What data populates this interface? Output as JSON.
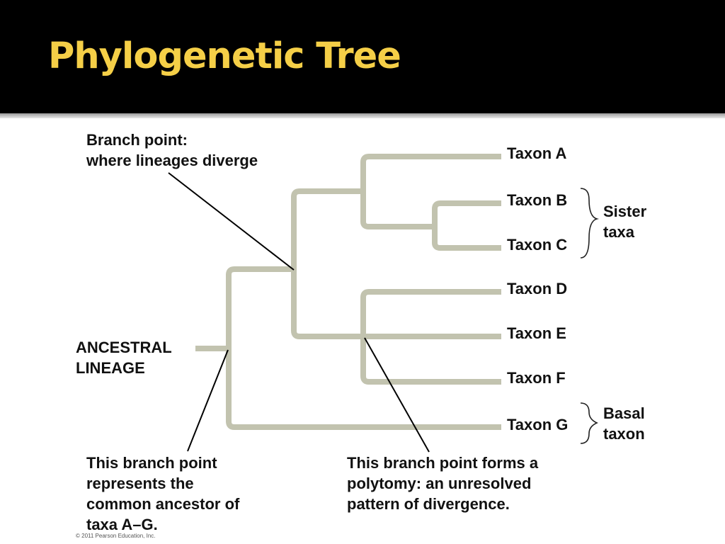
{
  "title": "Phylogenetic Tree",
  "colors": {
    "header_bg": "#000000",
    "title_text": "#f5cf47",
    "branch": "#c2c3af",
    "pointer_line": "#000000"
  },
  "labels": {
    "branch_point_line1": "Branch point:",
    "branch_point_line2": "where lineages diverge",
    "ancestral_line1": "ANCESTRAL",
    "ancestral_line2": "LINEAGE",
    "common_ancestor_line1": "This branch point",
    "common_ancestor_line2": "represents the",
    "common_ancestor_line3": "common ancestor of",
    "common_ancestor_line4": "taxa A–G.",
    "polytomy_line1": "This branch point forms a",
    "polytomy_line2": "polytomy: an unresolved",
    "polytomy_line3": "pattern of divergence.",
    "sister_line1": "Sister",
    "sister_line2": "taxa",
    "basal_line1": "Basal",
    "basal_line2": "taxon"
  },
  "taxa": [
    "Taxon A",
    "Taxon B",
    "Taxon C",
    "Taxon D",
    "Taxon E",
    "Taxon F",
    "Taxon G"
  ],
  "copyright": "© 2011 Pearson Education, Inc."
}
